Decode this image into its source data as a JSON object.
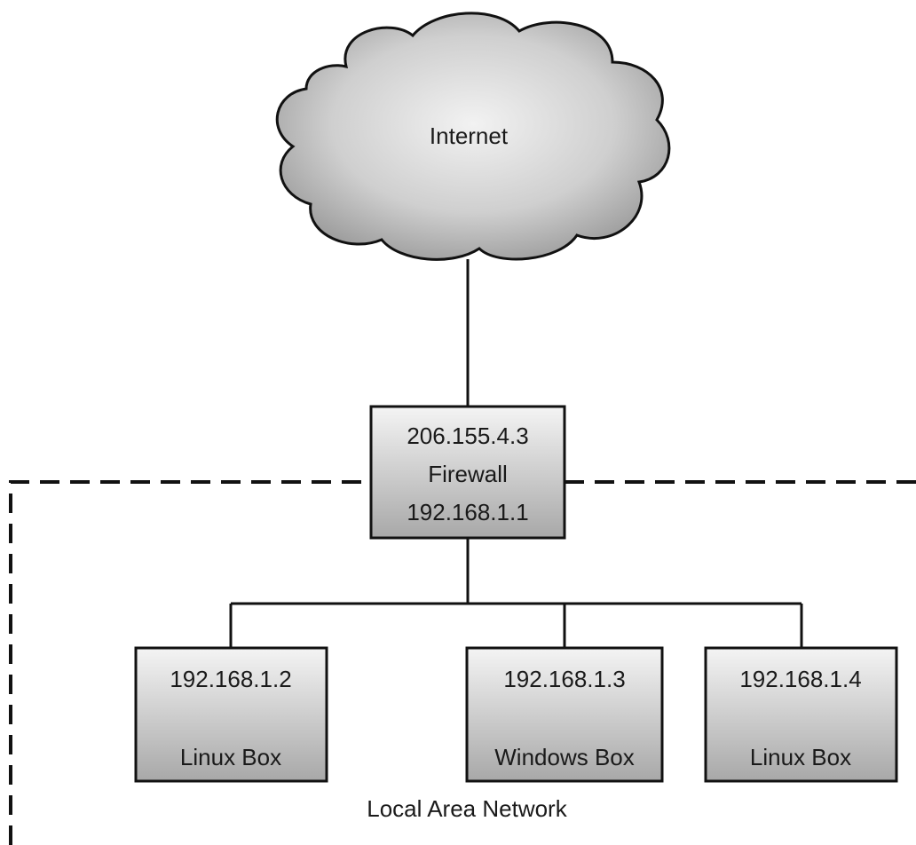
{
  "cloud": {
    "label": "Internet"
  },
  "firewall": {
    "external_ip": "206.155.4.3",
    "label": "Firewall",
    "internal_ip": "192.168.1.1"
  },
  "hosts": [
    {
      "ip": "192.168.1.2",
      "label": "Linux Box"
    },
    {
      "ip": "192.168.1.3",
      "label": "Windows Box"
    },
    {
      "ip": "192.168.1.4",
      "label": "Linux Box"
    }
  ],
  "lan": {
    "label": "Local Area Network"
  }
}
